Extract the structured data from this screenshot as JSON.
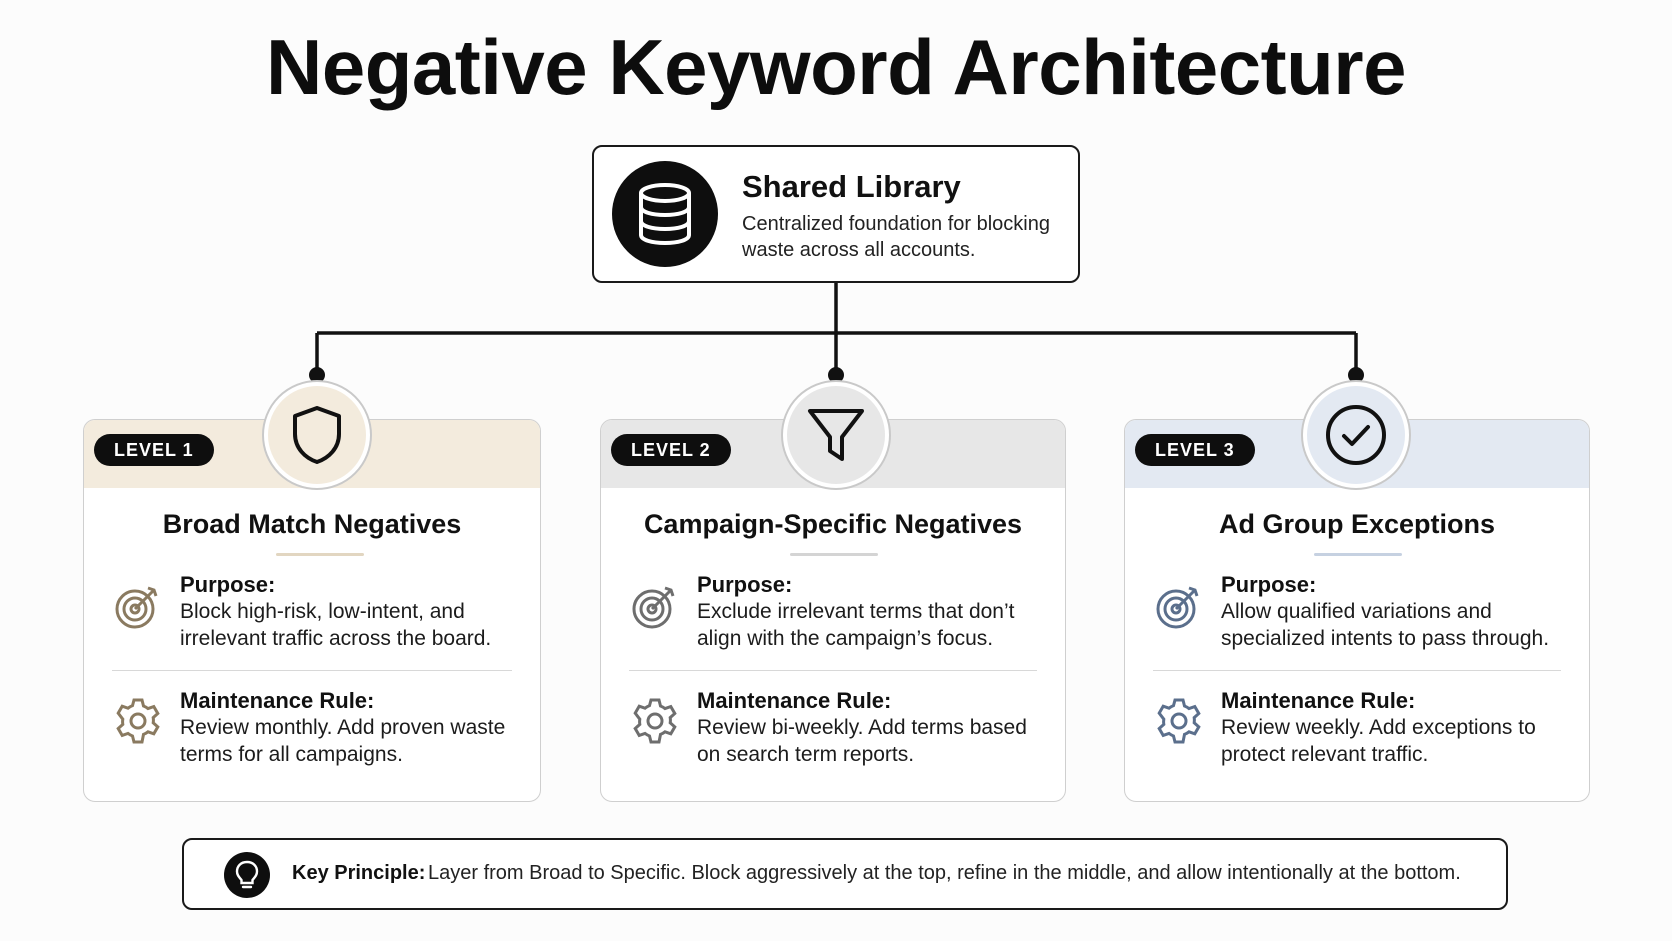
{
  "title": "Negative Keyword Architecture",
  "root": {
    "title": "Shared Library",
    "description": "Centralized foundation for blocking waste across all accounts.",
    "icon": "database-icon"
  },
  "levels": [
    {
      "badge": "LEVEL 1",
      "title": "Broad Match Negatives",
      "icon": "shield-icon",
      "band_color": "#f3ebdd",
      "accent": "#8a7a60",
      "purpose_label": "Purpose:",
      "purpose_text": "Block high-risk, low-intent, and irrelevant traffic across the board.",
      "rule_label": "Maintenance Rule:",
      "rule_text": "Review monthly. Add proven waste terms for all campaigns."
    },
    {
      "badge": "LEVEL 2",
      "title": "Campaign-Specific Negatives",
      "icon": "funnel-icon",
      "band_color": "#e7e7e7",
      "accent": "#6e6e6e",
      "purpose_label": "Purpose:",
      "purpose_text": "Exclude irrelevant terms that don’t align with the campaign’s focus.",
      "rule_label": "Maintenance Rule:",
      "rule_text": "Review bi-weekly. Add terms based on search term reports."
    },
    {
      "badge": "LEVEL 3",
      "title": "Ad Group Exceptions",
      "icon": "check-circle-icon",
      "band_color": "#e3e9f2",
      "accent": "#5b6f8c",
      "purpose_label": "Purpose:",
      "purpose_text": "Allow qualified variations and specialized intents to pass through.",
      "rule_label": "Maintenance Rule:",
      "rule_text": "Review weekly. Add exceptions to protect relevant traffic."
    }
  ],
  "footer": {
    "label": "Key Principle:",
    "text": "Layer from Broad to Specific. Block aggressively at the top, refine in the middle, and allow intentionally at the bottom.",
    "icon": "lightbulb-icon"
  }
}
